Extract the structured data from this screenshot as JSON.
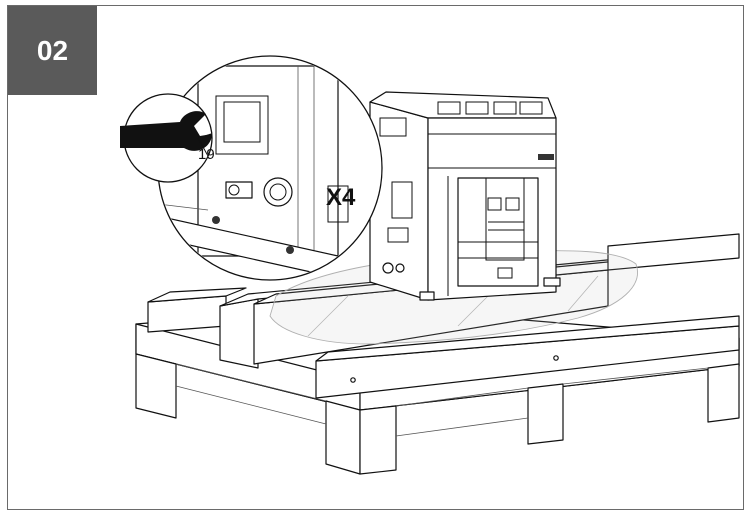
{
  "step": {
    "number": "02"
  },
  "callouts": {
    "quantity": "X4",
    "wrench_size": "19"
  },
  "icons": [
    "wrench-icon",
    "brand-logo"
  ]
}
